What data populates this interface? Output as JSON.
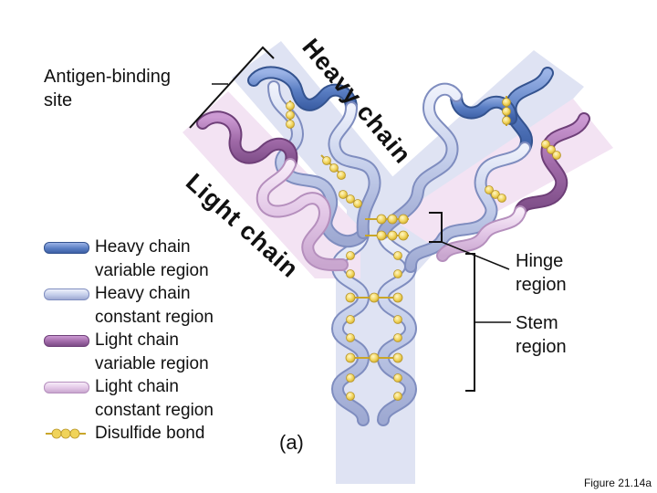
{
  "labels": {
    "antigen_binding_site": "Antigen-binding\nsite",
    "heavy_chain_title": "Heavy chain",
    "light_chain_title": "Light chain",
    "hinge_region": "Hinge\nregion",
    "stem_region": "Stem\nregion",
    "panel": "(a)",
    "figure": "Figure 21.14a"
  },
  "legend": [
    {
      "text": "Heavy chain\nvariable region",
      "color": "#5b7fc4",
      "icon": "heavy-variable-swatch"
    },
    {
      "text": "Heavy chain\nconstant region",
      "color": "#c3cdea",
      "icon": "heavy-constant-swatch"
    },
    {
      "text": "Light chain\nvariable region",
      "color": "#a06aa8",
      "icon": "light-variable-swatch"
    },
    {
      "text": "Light chain\nconstant region",
      "color": "#e2c6e6",
      "icon": "light-constant-swatch"
    },
    {
      "text": "Disulfide bond",
      "color": "#f0d35a",
      "icon": "disulfide-bond-icon"
    }
  ],
  "colors": {
    "heavy_variable": "#5b7fc4",
    "heavy_constant": "#c3cdea",
    "light_variable": "#a06aa8",
    "light_constant": "#e2c6e6",
    "disulfide": "#f0d35a",
    "heavy_band": "#dfe3f3",
    "light_band": "#f3e3f3"
  }
}
